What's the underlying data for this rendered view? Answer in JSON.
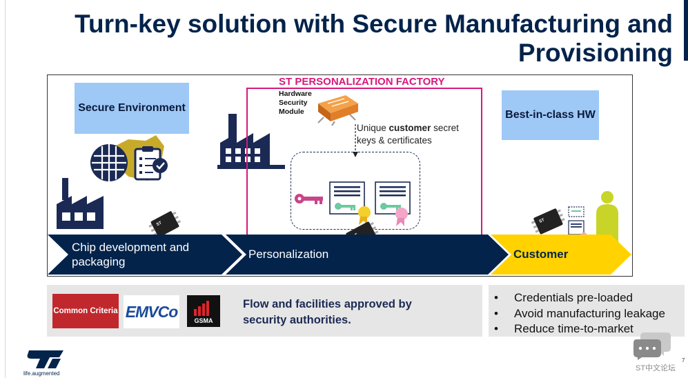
{
  "page": {
    "title_line1": "Turn-key solution with Secure Manufacturing and",
    "title_line2": "Provisioning",
    "page_number": "7"
  },
  "diagram": {
    "secure_environment": "Secure Environment",
    "best_in_class": "Best-in-class HW",
    "factory_title": "ST PERSONALIZATION FACTORY",
    "hsm_line1": "Hardware",
    "hsm_line2": "Security",
    "hsm_line3": "Module",
    "secret_pre": "Unique ",
    "secret_bold": "customer",
    "secret_post": " secret",
    "secret_line2": "keys & certificates",
    "step1_line1": "Chip development and",
    "step1_line2": "packaging",
    "step2": "Personalization",
    "step3": "Customer"
  },
  "bottom": {
    "logo_cc": "Common Criteria",
    "logo_emvco": "EMVCo",
    "logo_gsma": "GSMA",
    "approved_line1": "Flow and facilities approved by",
    "approved_line2": "security authorities.",
    "bullets": [
      "Credentials pre-loaded",
      "Avoid manufacturing leakage",
      "Reduce time-to-market"
    ]
  },
  "footer": {
    "brand_tagline": "life.augmented",
    "forum": "ST中文论坛"
  },
  "colors": {
    "navy": "#03234b",
    "magenta": "#d6187c",
    "yellow": "#ffd200",
    "light_blue": "#9ec8f6",
    "gray_panel": "#e6e6e6"
  }
}
